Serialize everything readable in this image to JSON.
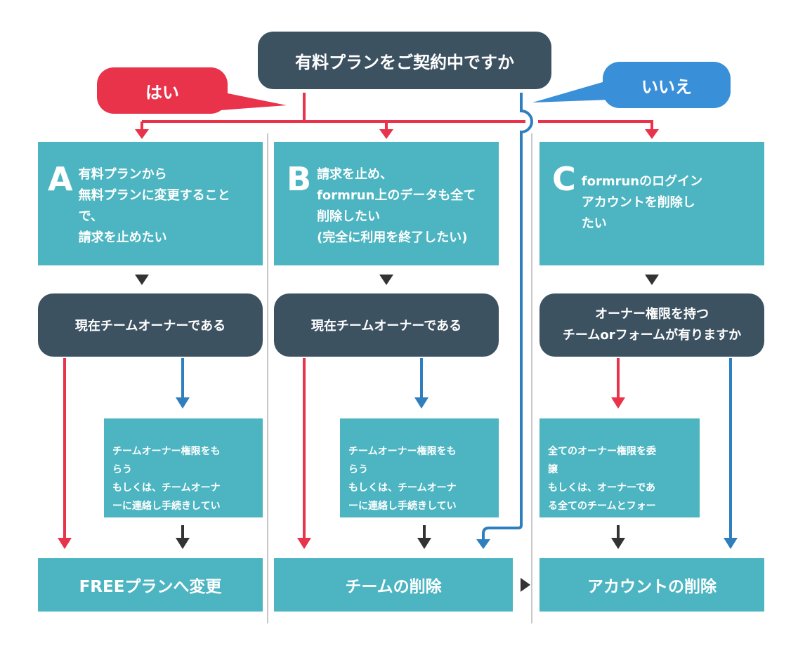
{
  "title": "有料プランをご契約中ですか",
  "yes_label": "はい",
  "no_label": "いいえ",
  "colors": {
    "dark": "#3d5261",
    "teal": "#4cb5c1",
    "red": "#e8334a",
    "blue": "#2f7fbf",
    "arrow": "#333333",
    "divider": "#c8c8c8",
    "yes_bubble": "#e8334a",
    "no_bubble": "#3a90d8"
  },
  "columns": [
    {
      "letter": "A",
      "description": "有料プランから\n無料プランに変更すること\nで、\n請求を止めたい",
      "question": "現在チームオーナーである",
      "action": "チームオーナー権限をも\nらう\nもしくは、チームオーナ\nーに連絡し手続きしてい\nただく",
      "result": "FREEプランへ変更"
    },
    {
      "letter": "B",
      "description": "請求を止め、\nformrun上のデータも全て\n削除したい\n(完全に利用を終了したい)",
      "question": "現在チームオーナーである",
      "action": "チームオーナー権限をも\nらう\nもしくは、チームオーナ\nーに連絡し手続きしてい\nただく",
      "result": "チームの削除"
    },
    {
      "letter": "C",
      "description": "formrunのログイン\nアカウントを削除し\nたい",
      "question": "オーナー権限を持つ\nチームorフォームが有りますか",
      "action": "全てのオーナー権限を委\n譲\nもしくは、オーナーであ\nる全てのチームとフォー\nムを削除",
      "result": "アカウントの削除"
    }
  ]
}
